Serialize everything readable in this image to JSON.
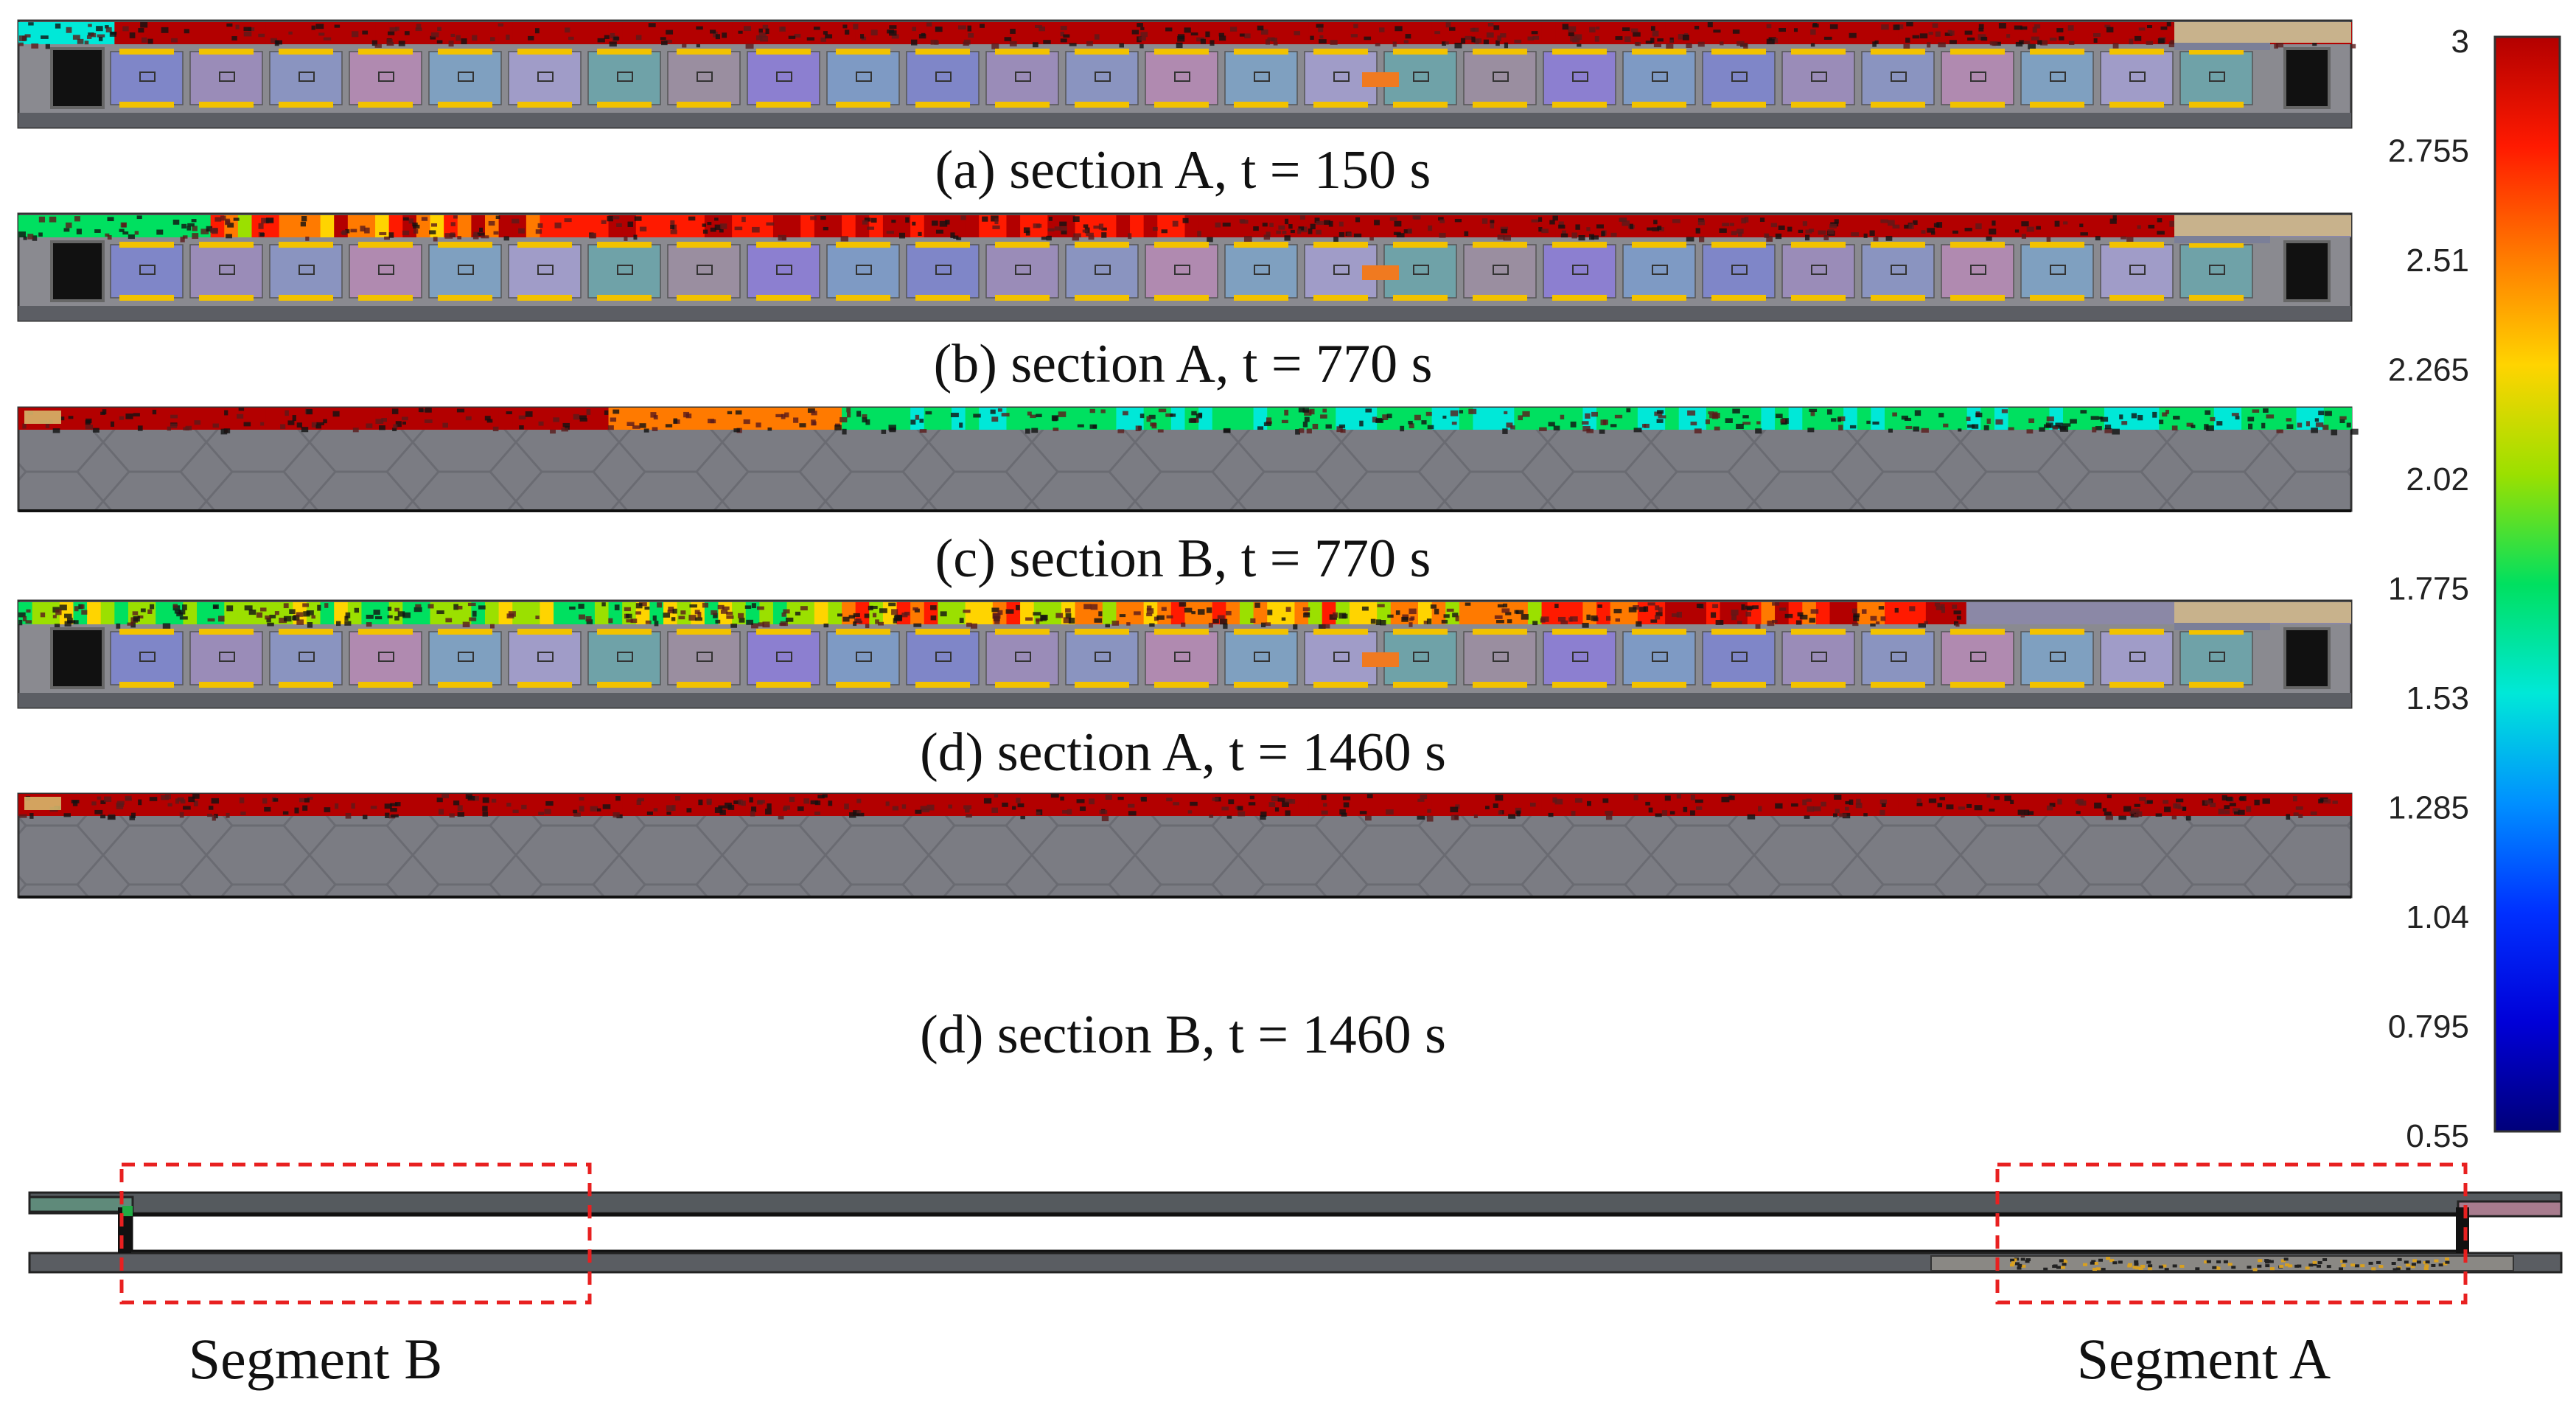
{
  "panels": [
    {
      "caption": "(a) section A, t = 150 s",
      "section": "A"
    },
    {
      "caption": "(b) section A, t = 770 s",
      "section": "A"
    },
    {
      "caption": "(c) section B, t = 770 s",
      "section": "B"
    },
    {
      "caption": "(d) section A, t = 1460 s",
      "section": "A"
    },
    {
      "caption": "(d) section B, t = 1460 s",
      "section": "B"
    }
  ],
  "colorbar": {
    "ticks": [
      "3",
      "2.755",
      "2.51",
      "2.265",
      "2.02",
      "1.775",
      "1.53",
      "1.285",
      "1.04",
      "0.795",
      "0.55"
    ],
    "colors": [
      "#b30000",
      "#ff1a00",
      "#ff7a00",
      "#ffd400",
      "#9be000",
      "#00e060",
      "#00e8d8",
      "#0090ff",
      "#0030ff",
      "#0000d8",
      "#00007a"
    ]
  },
  "overview": {
    "segment_b_label": "Segment B",
    "segment_a_label": "Segment A"
  }
}
